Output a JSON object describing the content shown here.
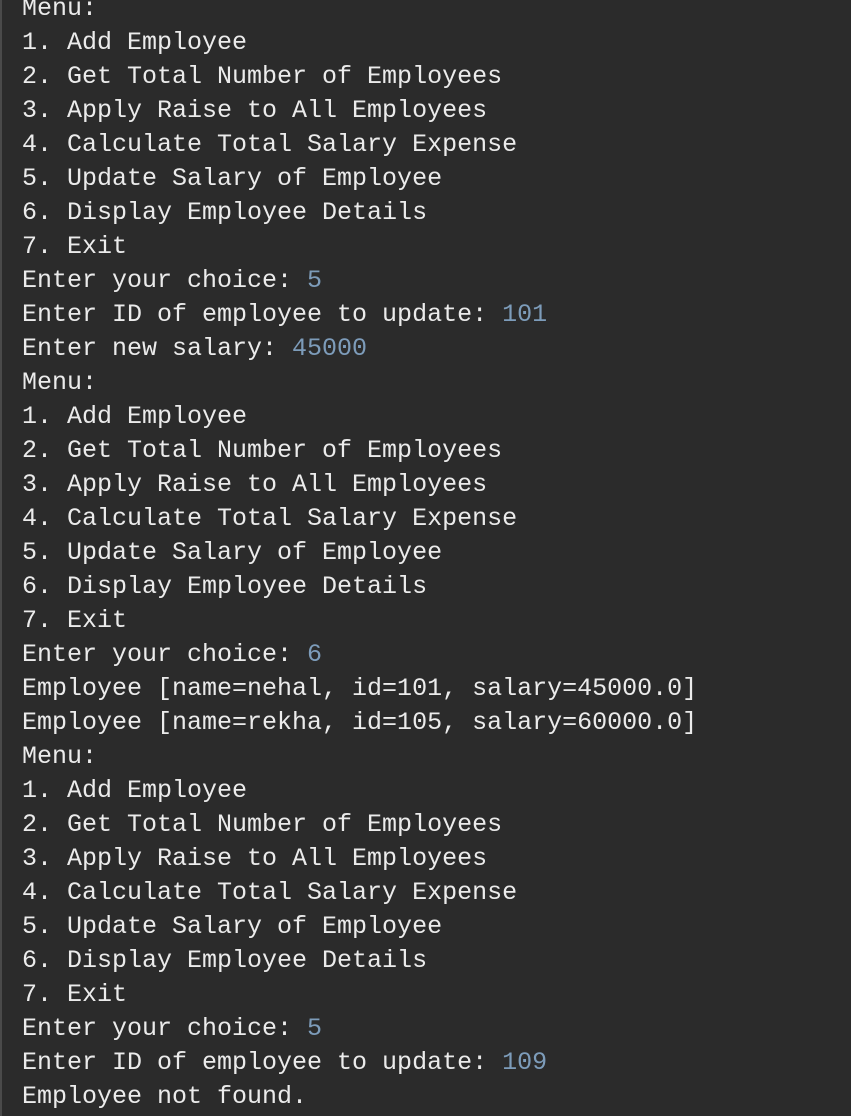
{
  "console": {
    "lines": [
      {
        "text": "Menu:",
        "input": ""
      },
      {
        "text": "1. Add Employee",
        "input": ""
      },
      {
        "text": "2. Get Total Number of Employees",
        "input": ""
      },
      {
        "text": "3. Apply Raise to All Employees",
        "input": ""
      },
      {
        "text": "4. Calculate Total Salary Expense",
        "input": ""
      },
      {
        "text": "5. Update Salary of Employee",
        "input": ""
      },
      {
        "text": "6. Display Employee Details",
        "input": ""
      },
      {
        "text": "7. Exit",
        "input": ""
      },
      {
        "text": "Enter your choice: ",
        "input": "5"
      },
      {
        "text": "Enter ID of employee to update: ",
        "input": "101"
      },
      {
        "text": "Enter new salary: ",
        "input": "45000"
      },
      {
        "text": "Menu:",
        "input": ""
      },
      {
        "text": "1. Add Employee",
        "input": ""
      },
      {
        "text": "2. Get Total Number of Employees",
        "input": ""
      },
      {
        "text": "3. Apply Raise to All Employees",
        "input": ""
      },
      {
        "text": "4. Calculate Total Salary Expense",
        "input": ""
      },
      {
        "text": "5. Update Salary of Employee",
        "input": ""
      },
      {
        "text": "6. Display Employee Details",
        "input": ""
      },
      {
        "text": "7. Exit",
        "input": ""
      },
      {
        "text": "Enter your choice: ",
        "input": "6"
      },
      {
        "text": "Employee [name=nehal, id=101, salary=45000.0]",
        "input": ""
      },
      {
        "text": "Employee [name=rekha, id=105, salary=60000.0]",
        "input": ""
      },
      {
        "text": "Menu:",
        "input": ""
      },
      {
        "text": "1. Add Employee",
        "input": ""
      },
      {
        "text": "2. Get Total Number of Employees",
        "input": ""
      },
      {
        "text": "3. Apply Raise to All Employees",
        "input": ""
      },
      {
        "text": "4. Calculate Total Salary Expense",
        "input": ""
      },
      {
        "text": "5. Update Salary of Employee",
        "input": ""
      },
      {
        "text": "6. Display Employee Details",
        "input": ""
      },
      {
        "text": "7. Exit",
        "input": ""
      },
      {
        "text": "Enter your choice: ",
        "input": "5"
      },
      {
        "text": "Enter ID of employee to update: ",
        "input": "109"
      },
      {
        "text": "Employee not found.",
        "input": ""
      }
    ]
  },
  "colors": {
    "background": "#2b2b2b",
    "output_text": "#ebebeb",
    "user_input": "#7d9cba"
  }
}
